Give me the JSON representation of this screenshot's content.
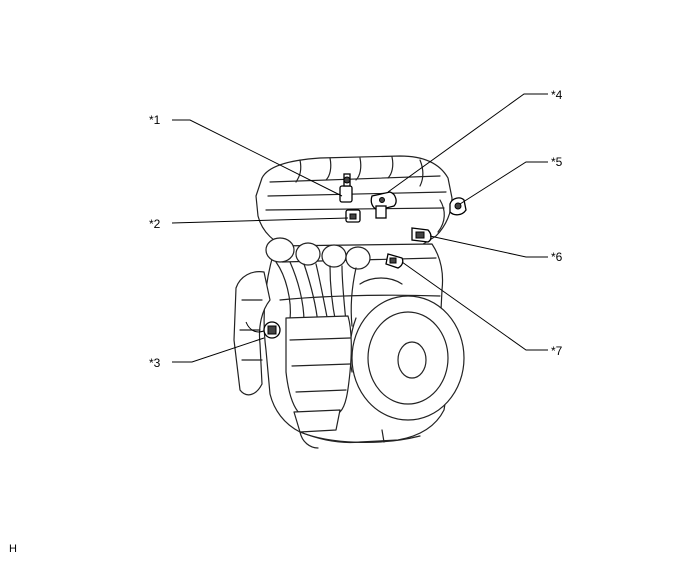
{
  "callouts": {
    "c1": "*1",
    "c2": "*2",
    "c3": "*3",
    "c4": "*4",
    "c5": "*5",
    "c6": "*6",
    "c7": "*7"
  },
  "figure_code": "H"
}
